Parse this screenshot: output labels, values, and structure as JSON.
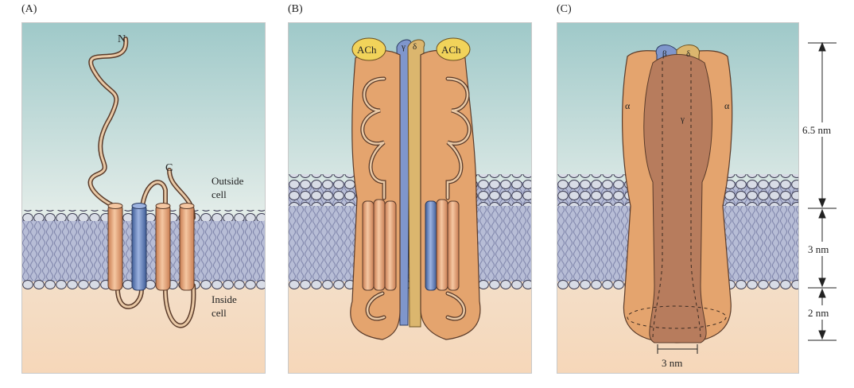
{
  "panels": {
    "a": {
      "label": "(A)",
      "n_terminus": "N",
      "c_terminus": "C",
      "outside_label": "Outside\ncell",
      "inside_label": "Inside\ncell"
    },
    "b": {
      "label": "(B)",
      "ach_left": "ACh",
      "ach_right": "ACh",
      "gamma": "γ",
      "delta": "δ"
    },
    "c": {
      "label": "(C)",
      "alpha_left": "α",
      "alpha_right": "α",
      "beta": "β",
      "delta": "δ",
      "gamma": "γ",
      "pore_width": "3 nm"
    }
  },
  "scale_bar": {
    "segments": [
      "6.5 nm",
      "3 nm",
      "2 nm"
    ]
  },
  "colors": {
    "sky_top": "#9fc9c9",
    "sky_bottom": "#e6eeea",
    "cytoplasm_top": "#f1e3d2",
    "cytoplasm_bottom": "#f6d7b9",
    "membrane_head": "#d8dce6",
    "membrane_tail": "#a7adc8",
    "protein_orange": "#e4a46e",
    "protein_dark": "#b77c5d",
    "helix_orange": "#e9a57c",
    "helix_blue": "#6f8cc6",
    "subunit_blue": "#7f96cc",
    "subunit_tan": "#dbb66e",
    "ach_yellow": "#f1d35a",
    "outline": "#3a2a20"
  }
}
